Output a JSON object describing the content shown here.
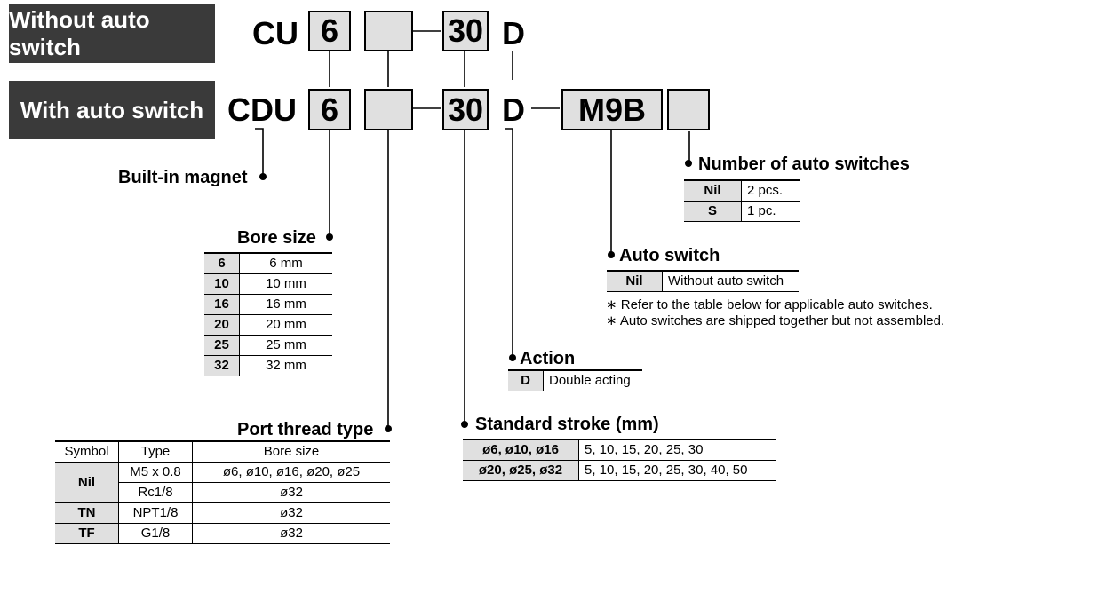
{
  "codes": {
    "without": {
      "label": "Without auto switch",
      "prefix": "CU",
      "bore": "6",
      "stroke": "30",
      "action": "D"
    },
    "with": {
      "label": "With auto switch",
      "prefix": "CDU",
      "bore": "6",
      "stroke": "30",
      "action": "D",
      "switch": "M9B"
    }
  },
  "built_in_magnet": "Built-in magnet",
  "bore_size": {
    "title": "Bore size",
    "rows": [
      [
        "6",
        "6 mm"
      ],
      [
        "10",
        "10 mm"
      ],
      [
        "16",
        "16 mm"
      ],
      [
        "20",
        "20 mm"
      ],
      [
        "25",
        "25 mm"
      ],
      [
        "32",
        "32 mm"
      ]
    ]
  },
  "port_thread": {
    "title": "Port thread type",
    "headers": [
      "Symbol",
      "Type",
      "Bore size"
    ],
    "nil_symbol": "Nil",
    "nil_rows": [
      [
        "M5 x 0.8",
        "ø6, ø10, ø16, ø20, ø25"
      ],
      [
        "Rc1/8",
        "ø32"
      ]
    ],
    "other_rows": [
      [
        "TN",
        "NPT1/8",
        "ø32"
      ],
      [
        "TF",
        "G1/8",
        "ø32"
      ]
    ]
  },
  "stroke": {
    "title": "Standard stroke (mm)",
    "rows": [
      [
        "ø6, ø10, ø16",
        "5, 10, 15, 20, 25, 30"
      ],
      [
        "ø20, ø25, ø32",
        "5, 10, 15, 20, 25, 30, 40, 50"
      ]
    ]
  },
  "action": {
    "title": "Action",
    "rows": [
      [
        "D",
        "Double acting"
      ]
    ]
  },
  "auto_switch": {
    "title": "Auto switch",
    "rows": [
      [
        "Nil",
        "Without auto switch"
      ]
    ],
    "notes": [
      "∗ Refer to the table below for applicable auto switches.",
      "∗ Auto switches are shipped together but not assembled."
    ]
  },
  "num_switches": {
    "title": "Number of auto switches",
    "rows": [
      [
        "Nil",
        "2 pcs."
      ],
      [
        "S",
        "1 pc."
      ]
    ]
  }
}
